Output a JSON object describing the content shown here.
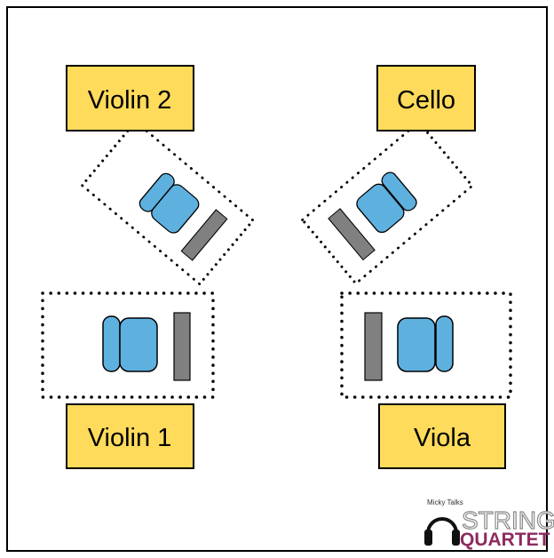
{
  "labels": {
    "violin1": "Violin 1",
    "violin2": "Violin 2",
    "viola": "Viola",
    "cello": "Cello"
  },
  "logo": {
    "small": "Micky Talks",
    "line1": "STRING",
    "line2": "QUARTET"
  },
  "colors": {
    "label_fill": "#fedb5b",
    "chair": "#5eb0de",
    "stand": "#808080",
    "logo_accent": "#8e2a60"
  }
}
